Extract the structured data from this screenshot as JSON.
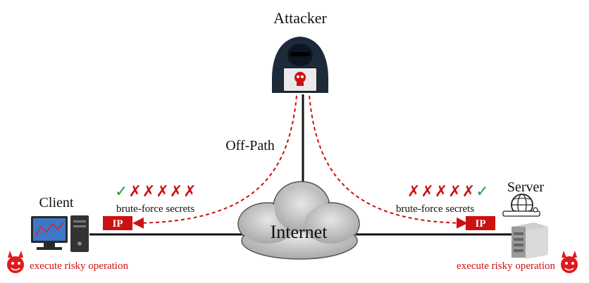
{
  "labels": {
    "attacker": "Attacker",
    "client": "Client",
    "server": "Server",
    "internet": "Internet",
    "off_path": "Off-Path"
  },
  "left_attempts": {
    "marks": "✓✗✗✗✗✗",
    "caption": "brute-force secrets",
    "packet": "IP"
  },
  "right_attempts": {
    "marks": "✗✗✗✗✗✓",
    "caption": "brute-force secrets",
    "packet": "IP"
  },
  "risky": {
    "left": "execute risky operation",
    "right": "execute risky operation"
  },
  "colors": {
    "attack_red": "#cc1111",
    "success_green": "#1f9e3a",
    "line_black": "#111111",
    "cloud_gray": "#c7c7c7"
  },
  "icons": [
    "hacker-icon",
    "skull-icon",
    "desktop-computer-icon",
    "server-rack-icon",
    "globe-icon",
    "cloud-icon",
    "devil-icon"
  ]
}
